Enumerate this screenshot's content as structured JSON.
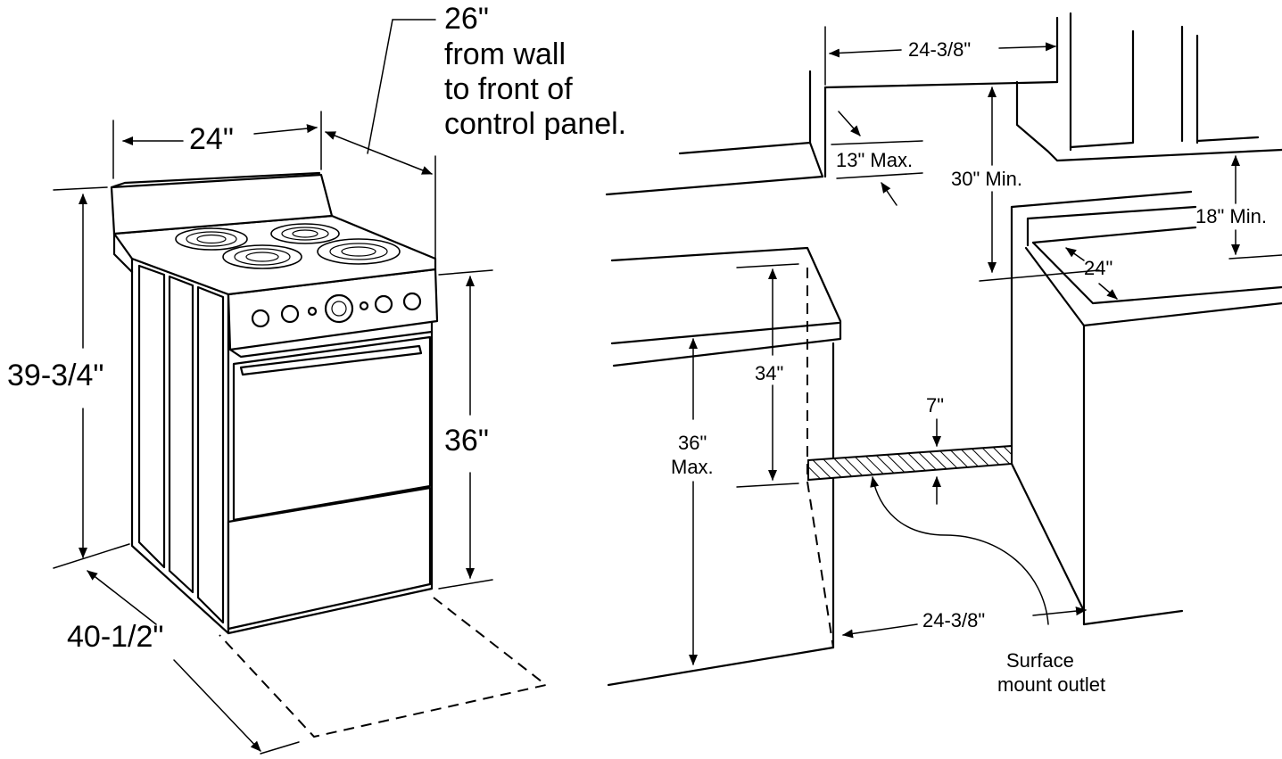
{
  "range_dimensions": {
    "width": "24\"",
    "depth_line1": "26\"",
    "depth_line2": "from wall",
    "depth_line3": "to front of",
    "depth_line4": "control panel.",
    "overall_height": "39-3/4\"",
    "cooktop_height": "36\"",
    "door_open_depth": "40-1/2\""
  },
  "installation_dimensions": {
    "opening_width_top": "24-3/8\"",
    "cabinet_depth_max": "13\" Max.",
    "cooktop_to_cabinet": "30\" Min.",
    "countertop_to_cabinet": "18\" Min.",
    "counter_depth": "24\"",
    "counter_height": "34\"",
    "opening_height_max_line1": "36\"",
    "opening_height_max_line2": "Max.",
    "outlet_zone_height": "7\"",
    "opening_width_bottom": "24-3/8\"",
    "outlet_label_line1": "Surface",
    "outlet_label_line2": "mount outlet"
  },
  "colors": {
    "line": "#000000",
    "background": "#ffffff"
  }
}
